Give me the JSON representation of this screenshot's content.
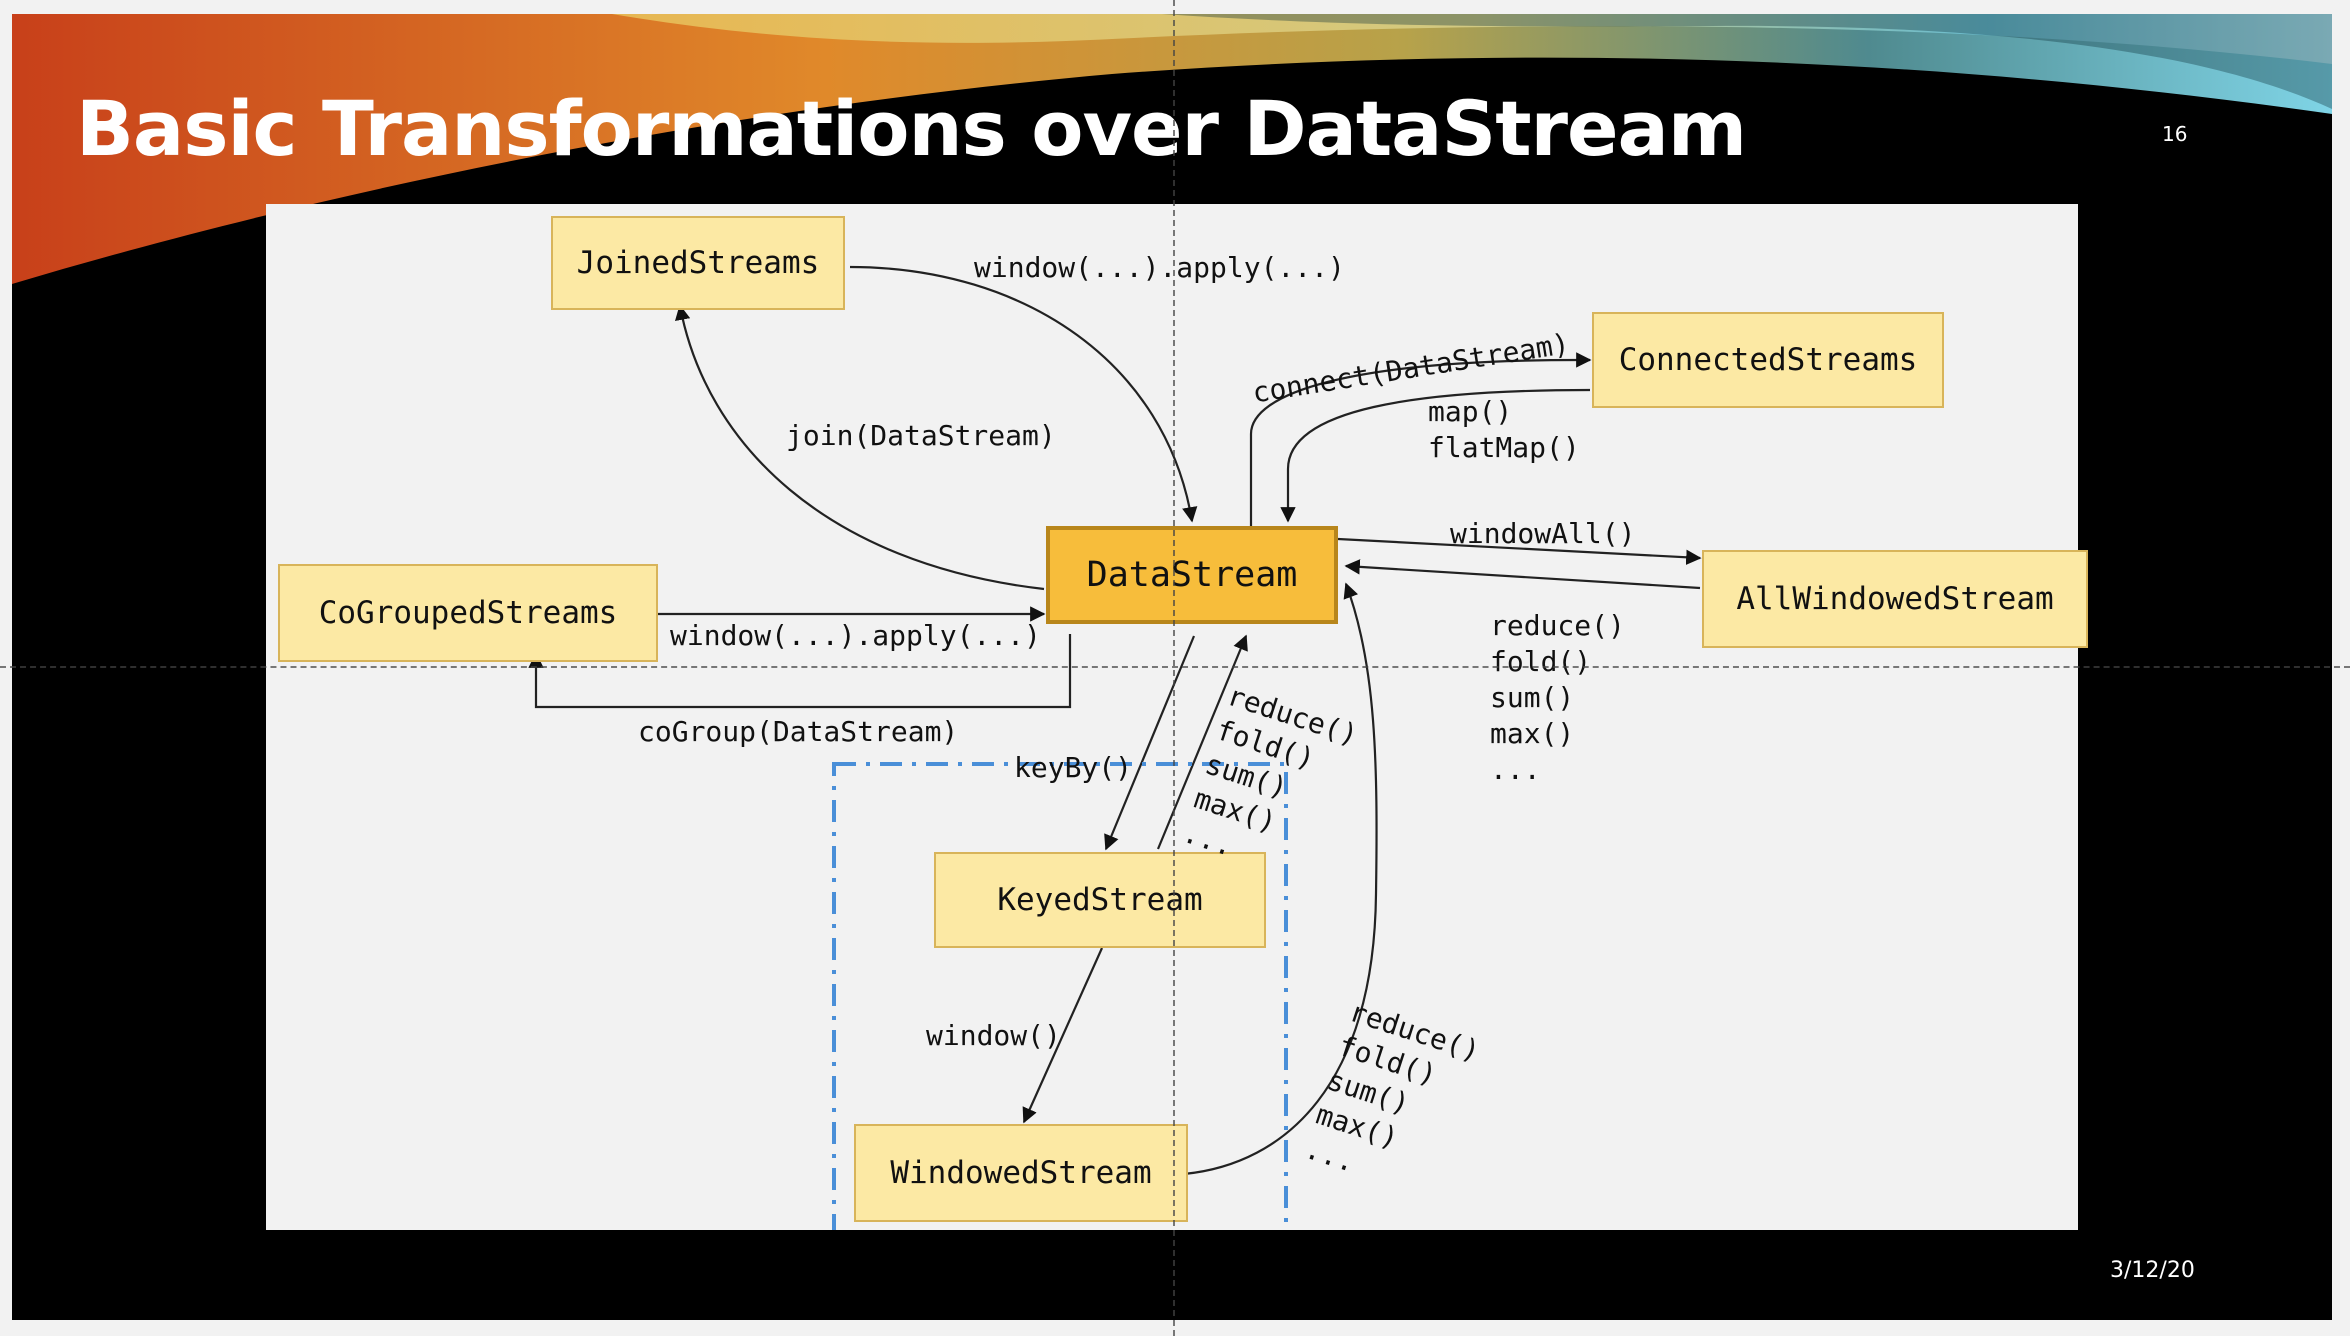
{
  "slide": {
    "title": "Basic Transformations over DataStream",
    "number": "16",
    "date": "3/12/20"
  },
  "diagram": {
    "nodes": {
      "datastream": "DataStream",
      "joined": "JoinedStreams",
      "connected": "ConnectedStreams",
      "cogrouped": "CoGroupedStreams",
      "allwindowed": "AllWindowedStream",
      "keyed": "KeyedStream",
      "windowed": "WindowedStream"
    },
    "edges": {
      "joined_apply": "window(...).apply(...)",
      "join": "join(DataStream)",
      "connect": "connect(DataStream)",
      "connected_map": "map()",
      "connected_flatmap": "flatMap()",
      "window_all": "windowAll()",
      "allwindowed_aggs": [
        "reduce()",
        "fold()",
        "sum()",
        "max()",
        "..."
      ],
      "cogrouped_apply": "window(...).apply(...)",
      "cogroup": "coGroup(DataStream)",
      "key_by": "keyBy()",
      "keyed_aggs": [
        "reduce()",
        "fold()",
        "sum()",
        "max()",
        "..."
      ],
      "window": "window()",
      "windowed_aggs": [
        "reduce()",
        "fold()",
        "sum()",
        "max()",
        "..."
      ]
    }
  }
}
